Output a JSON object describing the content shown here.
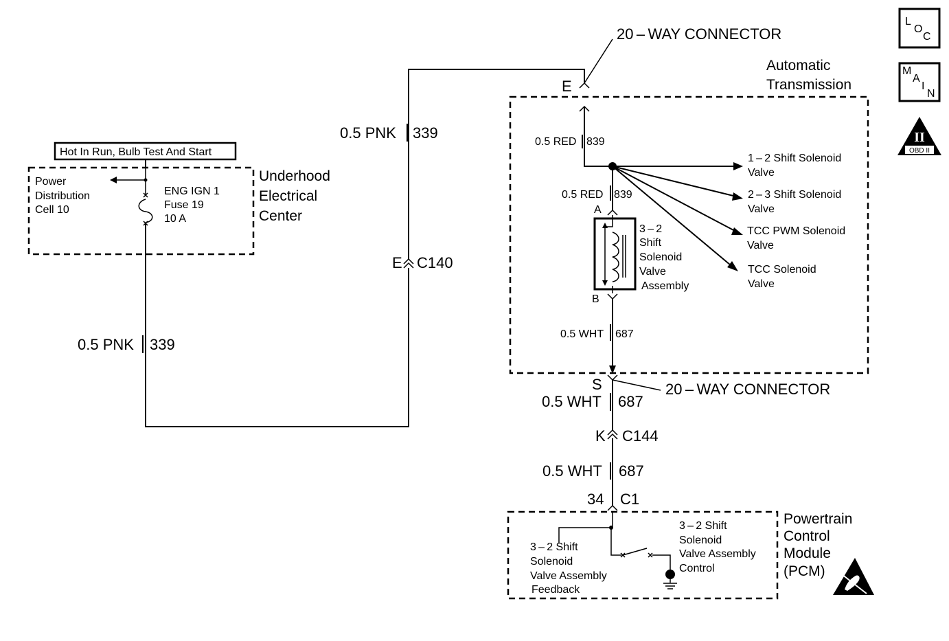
{
  "connectors": {
    "top_20way": "20 – WAY CONNECTOR",
    "bottom_20way": "20 – WAY CONNECTOR",
    "top_pin": "E",
    "bottom_pin": "S",
    "c140_pin": "E",
    "c140": "C140",
    "c144_pin": "K",
    "c144": "C144",
    "c1_pin": "34",
    "c1": "C1"
  },
  "wires": {
    "pnk_upper": {
      "size_color": "0.5 PNK",
      "circuit": "339"
    },
    "pnk_lower": {
      "size_color": "0.5 PNK",
      "circuit": "339"
    },
    "red_upper": {
      "size_color": "0.5 RED",
      "circuit": "839"
    },
    "red_lower": {
      "size_color": "0.5 RED",
      "circuit": "839"
    },
    "wht_inner": {
      "size_color": "0.5 WHT",
      "circuit": "687"
    },
    "wht_mid": {
      "size_color": "0.5 WHT",
      "circuit": "687"
    },
    "wht_low": {
      "size_color": "0.5 WHT",
      "circuit": "687"
    }
  },
  "underhood": {
    "hot_label": "Hot In Run, Bulb Test And Start",
    "power_dist": [
      "Power",
      "Distribution",
      "Cell 10"
    ],
    "fuse": [
      "ENG IGN 1",
      "Fuse 19",
      "10 A"
    ],
    "title": [
      "Underhood",
      "Electrical",
      "Center"
    ]
  },
  "transmission": {
    "title": [
      "Automatic",
      "Transmission"
    ],
    "solenoid_pin_a": "A",
    "solenoid_pin_b": "B",
    "solenoid_label": [
      "3 – 2",
      "Shift",
      "Solenoid",
      "Valve",
      "Assembly"
    ],
    "outputs": [
      [
        "1 – 2 Shift Solenoid",
        "Valve"
      ],
      [
        "2 – 3 Shift Solenoid",
        "Valve"
      ],
      [
        "TCC PWM Solenoid",
        "Valve"
      ],
      [
        "TCC Solenoid",
        "Valve"
      ]
    ]
  },
  "pcm": {
    "title": [
      "Powertrain",
      "Control",
      "Module",
      "(PCM)"
    ],
    "feedback": [
      "3 – 2 Shift",
      "Solenoid",
      "Valve Assembly",
      "Feedback"
    ],
    "control": [
      "3 – 2 Shift",
      "Solenoid",
      "Valve Assembly",
      "Control"
    ]
  },
  "icons": {
    "loc": [
      "L",
      "O",
      "C"
    ],
    "main": [
      "M",
      "A",
      "I",
      "N"
    ],
    "obd_numeral": "II",
    "obd_text": "OBD II",
    "names": [
      "loc-icon",
      "main-icon",
      "obd-ii-icon",
      "esd-warning-icon"
    ]
  }
}
